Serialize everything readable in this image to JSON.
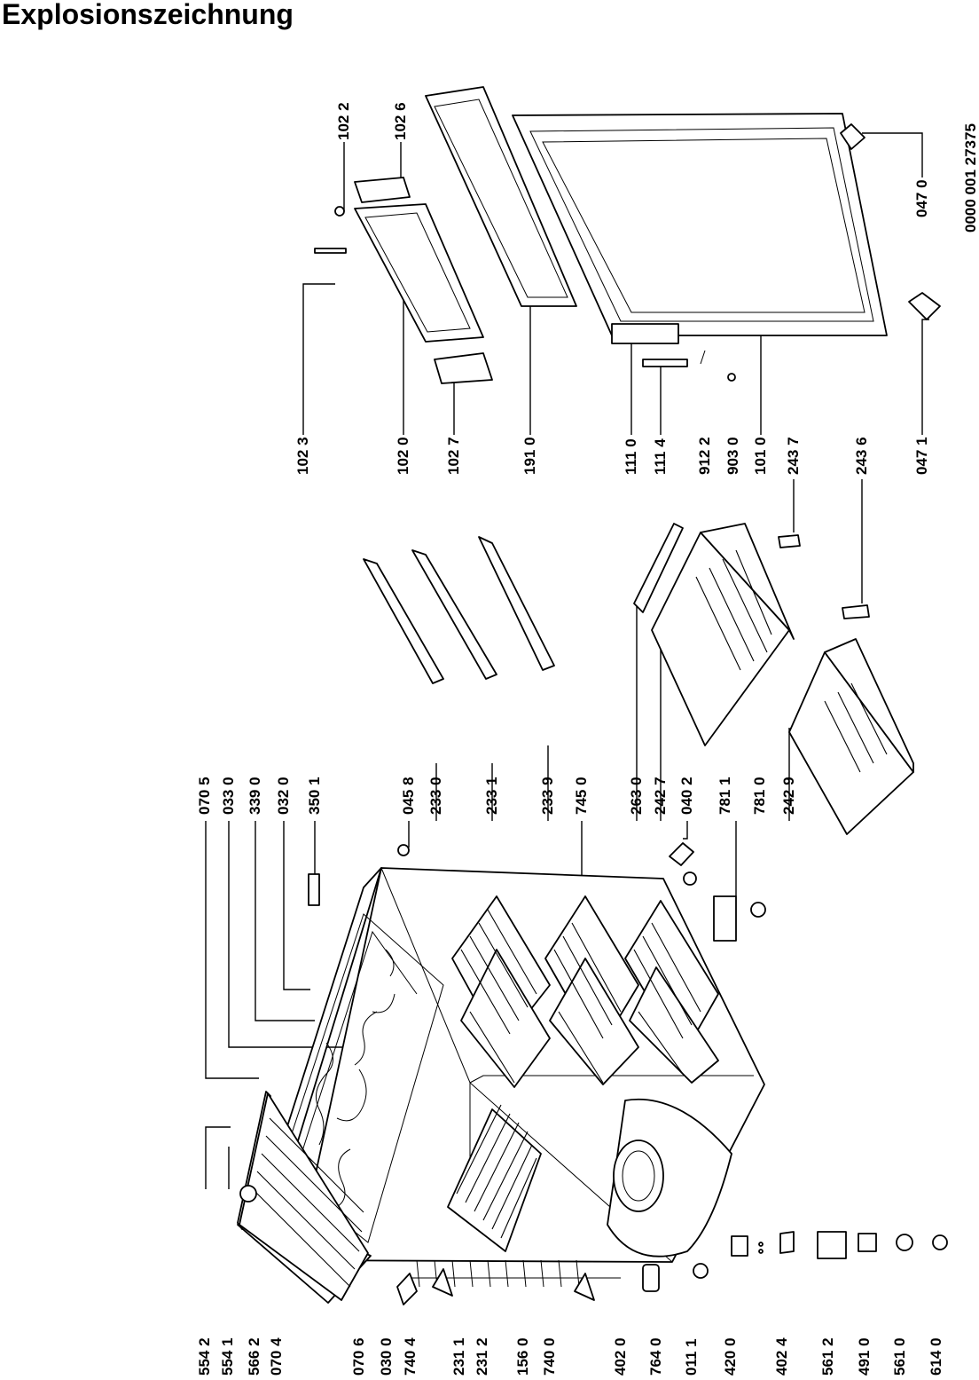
{
  "title": "Explosionszeichnung",
  "document_number": "0000 001 27375",
  "labels": {
    "l5542": "554 2",
    "l5541": "554 1",
    "l5662": "566 2",
    "l0704": "070 4",
    "l0706": "070 6",
    "l0300": "030 0",
    "l7404": "740 4",
    "l2311": "231 1",
    "l2312": "231 2",
    "l1560": "156 0",
    "l7400": "740 0",
    "l4020": "402 0",
    "l7640": "764 0",
    "l0111": "011 1",
    "l4200": "420 0",
    "l4024": "402 4",
    "l5612": "561 2",
    "l4910": "491 0",
    "l5610": "561 0",
    "l6140": "614 0",
    "l0705": "070 5",
    "l0330": "033 0",
    "l3390": "339 0",
    "l0320": "032 0",
    "l3501": "350 1",
    "l0458": "045 8",
    "l2330": "233 0",
    "l2331": "233 1",
    "l2339": "233 9",
    "l7450": "745 0",
    "l2630": "263 0",
    "l2427": "242 7",
    "l0402": "040 2",
    "l7811": "781 1",
    "l7810": "781 0",
    "l2429": "242 9",
    "l1023": "102 3",
    "l1020": "102 0",
    "l1027": "102 7",
    "l1910": "191 0",
    "l1110": "111 0",
    "l1114": "111 4",
    "l9122": "912 2",
    "l9030": "903 0",
    "l1010": "101 0",
    "l2437": "243 7",
    "l2436": "243 6",
    "l0471": "047 1",
    "l1022": "102 2",
    "l1026": "102 6",
    "l0470": "047 0"
  }
}
